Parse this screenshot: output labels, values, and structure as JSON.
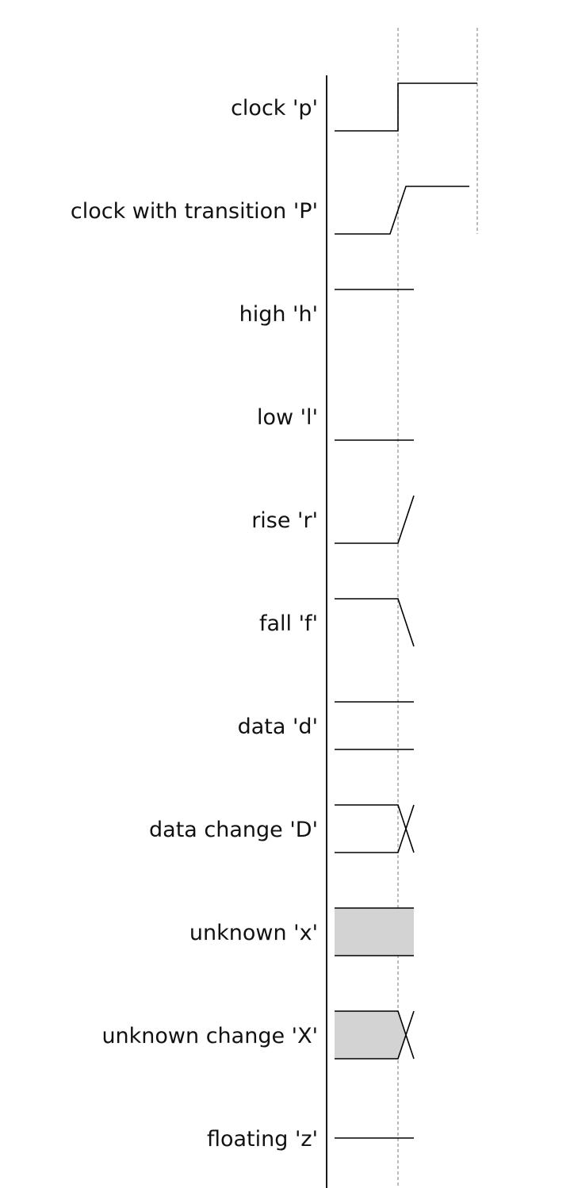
{
  "signals": [
    {
      "label": "clock 'p'",
      "code": "p"
    },
    {
      "label": "clock with transition 'P'",
      "code": "P"
    },
    {
      "label": "high 'h'",
      "code": "h"
    },
    {
      "label": "low 'l'",
      "code": "l"
    },
    {
      "label": "rise 'r'",
      "code": "r"
    },
    {
      "label": "fall 'f'",
      "code": "f"
    },
    {
      "label": "data 'd'",
      "code": "d"
    },
    {
      "label": "data change 'D'",
      "code": "D"
    },
    {
      "label": "unknown 'x'",
      "code": "x"
    },
    {
      "label": "unknown change 'X'",
      "code": "X"
    },
    {
      "label": "floating 'z'",
      "code": "z"
    }
  ],
  "colors": {
    "line": "#000000",
    "unknown_fill": "#d3d3d3",
    "guide": "#999999",
    "text": "#111111"
  }
}
